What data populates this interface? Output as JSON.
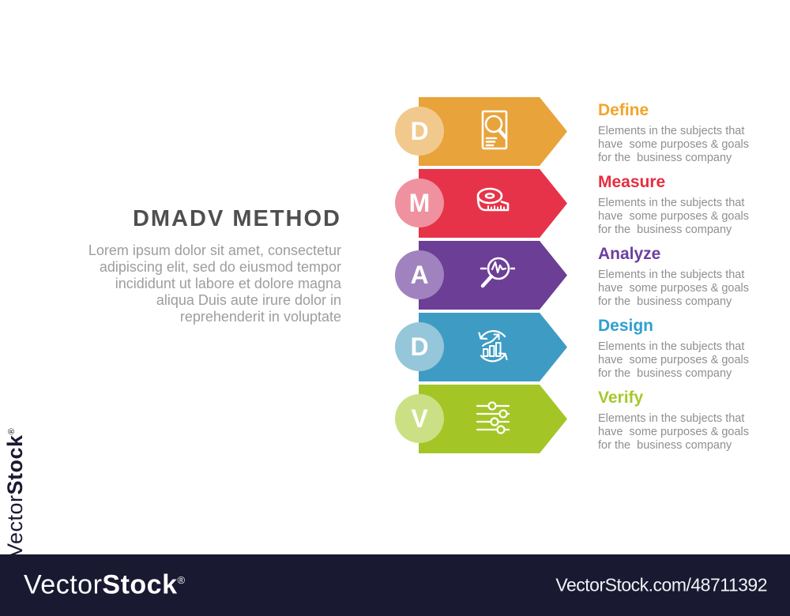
{
  "intro": {
    "title": "DMADV METHOD",
    "description_lines": [
      "Lorem ipsum dolor sit amet, consectetur",
      "adipiscing elit, sed do eiusmod tempor",
      "incididunt ut labore et dolore magna",
      "aliqua Duis aute irure dolor in",
      "reprehenderit in voluptate"
    ]
  },
  "steps": [
    {
      "letter": "D",
      "title": "Define",
      "desc_lines": [
        "Elements in the subjects that",
        "have  some purposes & goals",
        "for the  business company"
      ],
      "arrow_color": "#E8A33B",
      "circle_color": "#F1C98C",
      "title_color": "#F2A42B",
      "icon": "document-search-icon"
    },
    {
      "letter": "M",
      "title": "Measure",
      "desc_lines": [
        "Elements in the subjects that",
        "have  some purposes & goals",
        "for the  business company"
      ],
      "arrow_color": "#E73349",
      "circle_color": "#F0919F",
      "title_color": "#E72D3F",
      "icon": "measuring-tape-icon"
    },
    {
      "letter": "A",
      "title": "Analyze",
      "desc_lines": [
        "Elements in the subjects that",
        "have  some purposes & goals",
        "for the  business company"
      ],
      "arrow_color": "#6C3E96",
      "circle_color": "#A083BE",
      "title_color": "#6B3F9E",
      "icon": "magnifier-pulse-icon"
    },
    {
      "letter": "D",
      "title": "Design",
      "desc_lines": [
        "Elements in the subjects that",
        "have  some purposes & goals",
        "for the  business company"
      ],
      "arrow_color": "#3E9CC4",
      "circle_color": "#95C6DA",
      "title_color": "#2F9FD1",
      "icon": "chart-cycle-icon"
    },
    {
      "letter": "V",
      "title": "Verify",
      "desc_lines": [
        "Elements in the subjects that",
        "have  some purposes & goals",
        "for the  business company"
      ],
      "arrow_color": "#A3C626",
      "circle_color": "#CBE084",
      "title_color": "#A5C92D",
      "icon": "sliders-icon"
    }
  ],
  "watermark": {
    "bar_color": "#191931",
    "logo_normal": "Vector",
    "logo_bold": "Stock",
    "registered": "®",
    "bar_right_text": "VectorStock.com/48711392",
    "side_color": "#191931"
  }
}
